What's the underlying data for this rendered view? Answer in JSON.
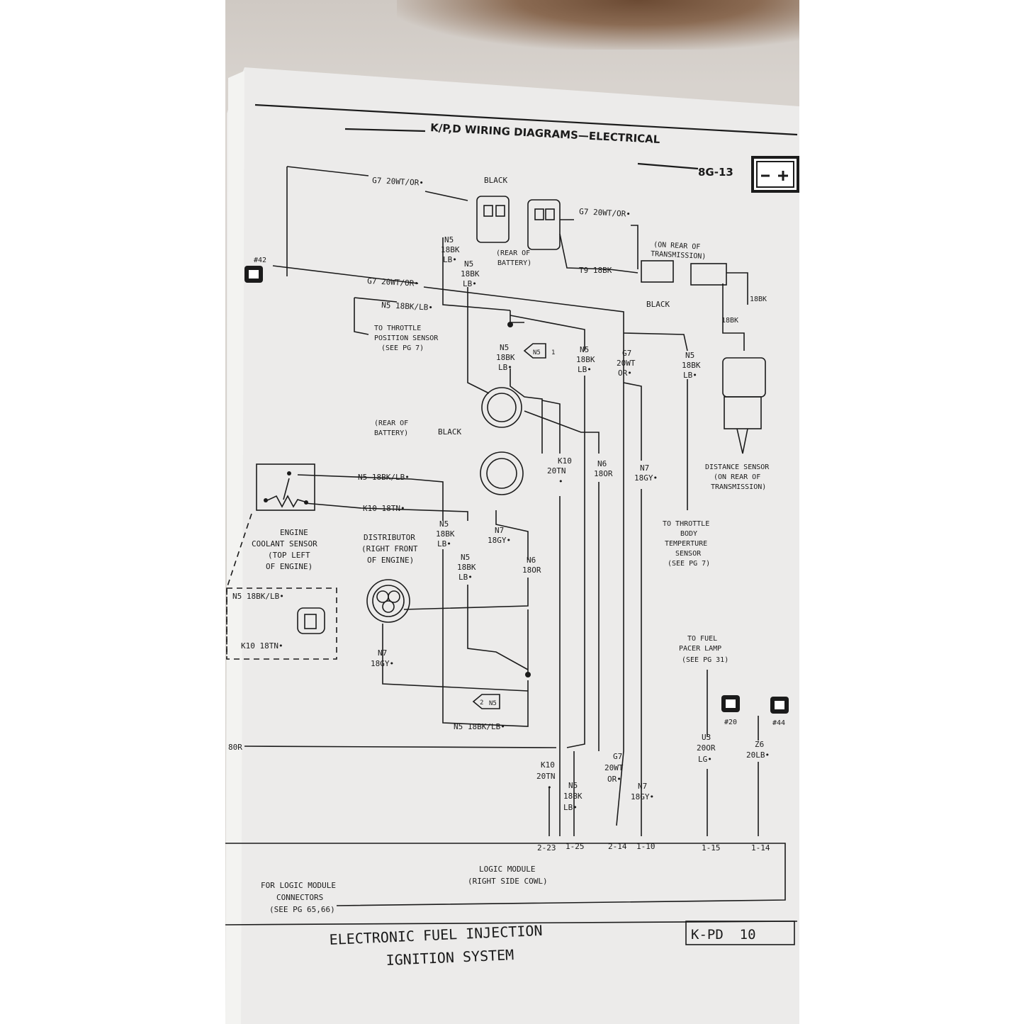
{
  "header": {
    "title": "K/P,D WIRING DIAGRAMS—ELECTRICAL",
    "page_number": "8G-13",
    "battery_icon": "battery-icon"
  },
  "footer": {
    "title_line1": "ELECTRONIC FUEL INJECTION",
    "title_line2": "IGNITION SYSTEM",
    "code": "K-PD  10"
  },
  "refs": {
    "ref_42": "#42",
    "ref_20": "#20",
    "ref_44": "#44"
  },
  "labels": {
    "g7_top_left": "G7 20WT/OR•",
    "black_top": "BLACK",
    "g7_top_right": "G7 20WT/OR•",
    "n5_a1": "N5",
    "n5_a2": "18BK",
    "n5_a3": "LB•",
    "n5_b1": "N5",
    "n5_b2": "18BK",
    "n5_b3": "LB•",
    "rear_battery_1a": "(REAR OF",
    "rear_battery_1b": "BATTERY)",
    "t9": "T9 18BK",
    "on_rear_trans_a": "(ON REAR OF",
    "on_rear_trans_b": "TRANSMISSION)",
    "black_trans": "BLACK",
    "g7_mid": "G7 20WT/OR•",
    "n5_mid": "N5 18BK/LB•",
    "tps_a": "TO THROTTLE",
    "tps_b": "POSITION SENSOR",
    "tps_c": "(SEE PG 7)",
    "n5_box_1": "N5",
    "n5_box_1_num": "1",
    "n5_c1": "N5",
    "n5_c2": "18BK",
    "n5_c3": "LB•",
    "n5_d1": "N5",
    "n5_d2": "18BK",
    "n5_d3": "LB•",
    "g7_e1": "G7",
    "g7_e2": "20WT",
    "g7_e3": "OR•",
    "n5_f1": "N5",
    "n5_f2": "18BK",
    "n5_f3": "LB•",
    "wire_18bk_a": "18BK",
    "wire_18bk_b": "18BK",
    "rear_battery_2a": "(REAR OF",
    "rear_battery_2b": "BATTERY)",
    "black_conn2": "BLACK",
    "k10_a1": "K10",
    "k10_a2": "20TN",
    "k10_a3": "•",
    "n6_a1": "N6",
    "n6_a2": "18OR",
    "n7_a1": "N7",
    "n7_a2": "18GY•",
    "distance_a": "DISTANCE SENSOR",
    "distance_b": "(ON REAR OF",
    "distance_c": "TRANSMISSION)",
    "n5_coolant": "N5 18BK/LB•",
    "k10_coolant": "K10 18TN•",
    "engine_a": "ENGINE",
    "engine_b": "COOLANT SENSOR",
    "engine_c": "(TOP LEFT",
    "engine_d": "OF ENGINE)",
    "dist_a": "DISTRIBUTOR",
    "dist_b": "(RIGHT FRONT",
    "dist_c": "OF ENGINE)",
    "n5_g1": "N5",
    "n5_g2": "18BK",
    "n5_g3": "LB•",
    "n7_b1": "N7",
    "n7_b2": "18GY•",
    "n5_h1": "N5",
    "n5_h2": "18BK",
    "n5_h3": "LB•",
    "n6_b1": "N6",
    "n6_b2": "18OR",
    "tbts_a": "TO THROTTLE",
    "tbts_b": "BODY",
    "tbts_c": "TEMPERTURE",
    "tbts_d": "SENSOR",
    "tbts_e": "(SEE PG 7)",
    "inset_n5": "N5 18BK/LB•",
    "inset_k10": "K10 18TN•",
    "n7_c1": "N7",
    "n7_c2": "18GY•",
    "n5_box_2": "N5",
    "n5_box_2_num": "2",
    "n5_bottom": "N5 18BK/LB•",
    "fuel_a": "TO FUEL",
    "fuel_b": "PACER LAMP",
    "fuel_c": "(SEE PG 31)",
    "u3_1": "U3",
    "u3_2": "20OR",
    "u3_3": "LG•",
    "z6_1": "Z6",
    "z6_2": "20LB•",
    "left_80r": "80R",
    "k10_b1": "K10",
    "k10_b2": "20TN",
    "k10_b3": "•",
    "n5_i1": "N5",
    "n5_i2": "18BK",
    "n5_i3": "LB•",
    "g7_f1": "G7",
    "g7_f2": "20WT",
    "g7_f3": "OR•",
    "n7_d1": "N7",
    "n7_d2": "18GY•",
    "pin_2_23": "2-23",
    "pin_1_25": "1-25",
    "pin_2_14": "2-14",
    "pin_1_10": "1-10",
    "pin_1_15": "1-15",
    "pin_1_14": "1-14",
    "logic_a": "LOGIC MODULE",
    "logic_b": "(RIGHT SIDE COWL)",
    "for_logic_a": "FOR LOGIC MODULE",
    "for_logic_b": "CONNECTORS",
    "for_logic_c": "(SEE PG 65,66)"
  }
}
